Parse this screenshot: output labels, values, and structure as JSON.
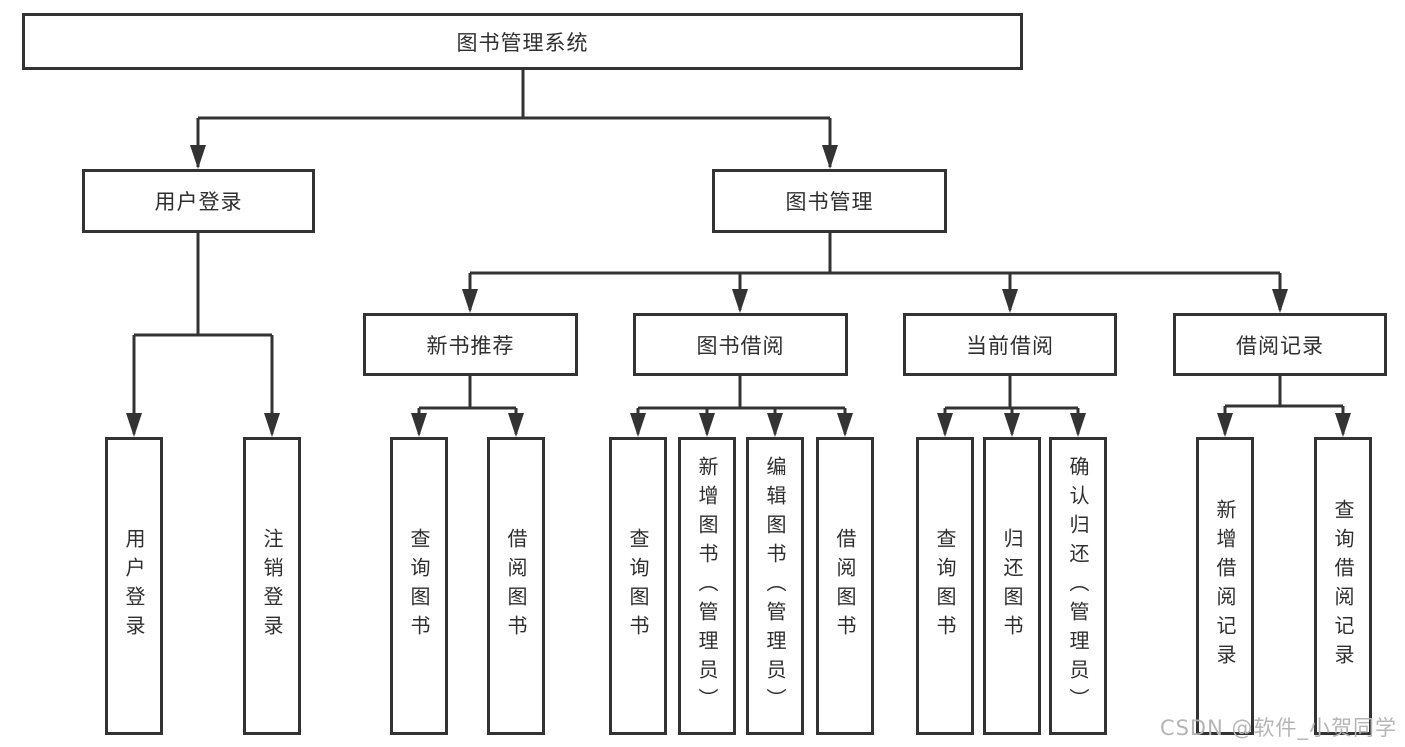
{
  "diagram_type": "hierarchy-org-chart",
  "tree": {
    "label": "图书管理系统",
    "children": [
      {
        "label": "用户登录",
        "children": [
          {
            "label": "用户登录"
          },
          {
            "label": "注销登录"
          }
        ]
      },
      {
        "label": "图书管理",
        "children": [
          {
            "label": "新书推荐",
            "children": [
              {
                "label": "查询图书"
              },
              {
                "label": "借阅图书"
              }
            ]
          },
          {
            "label": "图书借阅",
            "children": [
              {
                "label": "查询图书"
              },
              {
                "label": "新增图书（管理员）"
              },
              {
                "label": "编辑图书（管理员）"
              },
              {
                "label": "借阅图书"
              }
            ]
          },
          {
            "label": "当前借阅",
            "children": [
              {
                "label": "查询图书"
              },
              {
                "label": "归还图书"
              },
              {
                "label": "确认归还（管理员）"
              }
            ]
          },
          {
            "label": "借阅记录",
            "children": [
              {
                "label": "新增借阅记录"
              },
              {
                "label": "查询借阅记录"
              }
            ]
          }
        ]
      }
    ]
  },
  "watermark": {
    "text": "CSDN @软件_小贺同学"
  },
  "colors": {
    "line": "#333333",
    "box_border": "#333333",
    "box_fill": "#ffffff",
    "text": "#2f2f2f",
    "watermark": "#b5b5b5",
    "background": "#ffffff"
  }
}
